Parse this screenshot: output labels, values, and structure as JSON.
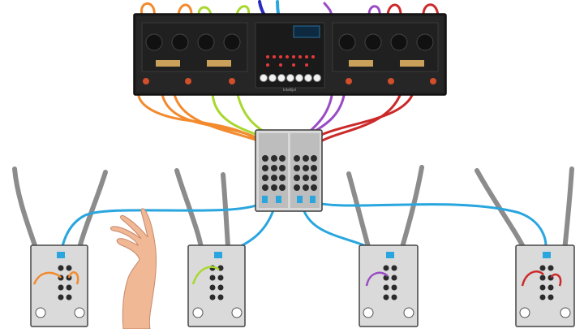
{
  "main_unit": {
    "label": "",
    "brand_label": "Intellijel"
  },
  "hub": {
    "label": ""
  },
  "satellites": [
    {
      "id": "sat-1",
      "accent": "#ff7f1f"
    },
    {
      "id": "sat-2",
      "accent": "#a8d82e"
    },
    {
      "id": "sat-3",
      "accent": "#8e3fb3"
    },
    {
      "id": "sat-4",
      "accent": "#d8242d"
    }
  ],
  "cable_colors": {
    "orange": "#f28a2e",
    "lime": "#a8d82e",
    "purple": "#9a4cc4",
    "red": "#cc2a2a",
    "blue": "#2aa6df",
    "navy": "#2a2ac0",
    "grey": "#8c8c8c"
  },
  "icons": [
    "hand-icon"
  ]
}
